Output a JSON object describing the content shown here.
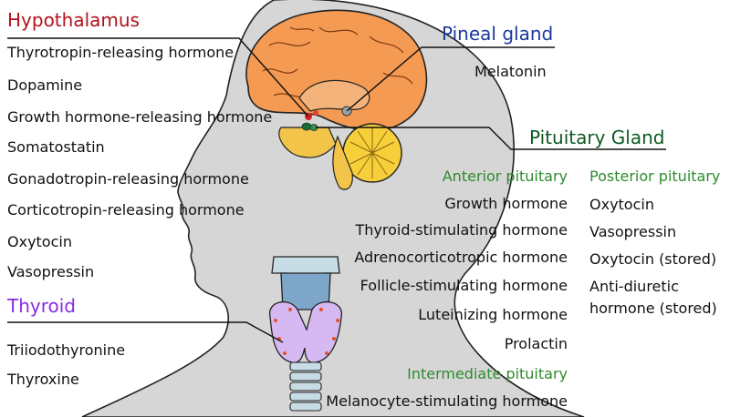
{
  "colors": {
    "hypothalamus": "#b3121c",
    "pineal": "#1a3a9c",
    "pituitary": "#0f5a22",
    "subsection": "#2e8b2e",
    "thyroid": "#8a2be2",
    "head": "#d6d6d6",
    "brain": "#f59a52",
    "cerebellum": "#f6cf3a"
  },
  "hypothalamus": {
    "title": "Hypothalamus",
    "hormones": [
      "Thyrotropin-releasing hormone",
      "Dopamine",
      "Growth hormone-releasing hormone",
      "Somatostatin",
      "Gonadotropin-releasing hormone",
      "Corticotropin-releasing hormone",
      "Oxytocin",
      "Vasopressin"
    ]
  },
  "thyroid": {
    "title": "Thyroid",
    "hormones": [
      "Triiodothyronine",
      "Thyroxine"
    ]
  },
  "pineal": {
    "title": "Pineal gland",
    "hormones": [
      "Melatonin"
    ]
  },
  "pituitary": {
    "title": "Pituitary Gland",
    "anterior": {
      "title": "Anterior pituitary",
      "hormones": [
        "Growth hormone",
        "Thyroid-stimulating hormone",
        "Adrenocorticotropic hormone",
        "Follicle-stimulating hormone",
        "Luteinizing hormone",
        "Prolactin"
      ]
    },
    "posterior": {
      "title": "Posterior pituitary",
      "hormones": [
        "Oxytocin",
        "Vasopressin",
        "Oxytocin (stored)",
        "Anti-diuretic",
        "hormone (stored)"
      ]
    },
    "intermediate": {
      "title": "Intermediate pituitary",
      "hormones": [
        "Melanocyte-stimulating hormone"
      ]
    }
  }
}
